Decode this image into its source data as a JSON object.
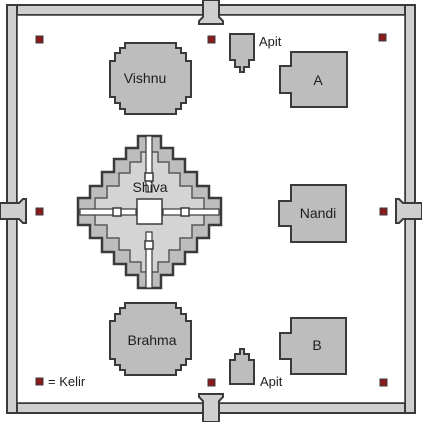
{
  "labels": {
    "vishnu": "Vishnu",
    "shiva": "Shiva",
    "brahma": "Brahma",
    "nandi": "Nandi",
    "a": "A",
    "b": "B",
    "apit_top": "Apit",
    "apit_bottom": "Apit"
  },
  "legend": {
    "text": "= Kelir"
  },
  "colors": {
    "wall_fill": "#cfcfcf",
    "building_fill": "#bdbdbd",
    "kelir": "#8b1a1a",
    "outline": "#3a3a3a"
  }
}
